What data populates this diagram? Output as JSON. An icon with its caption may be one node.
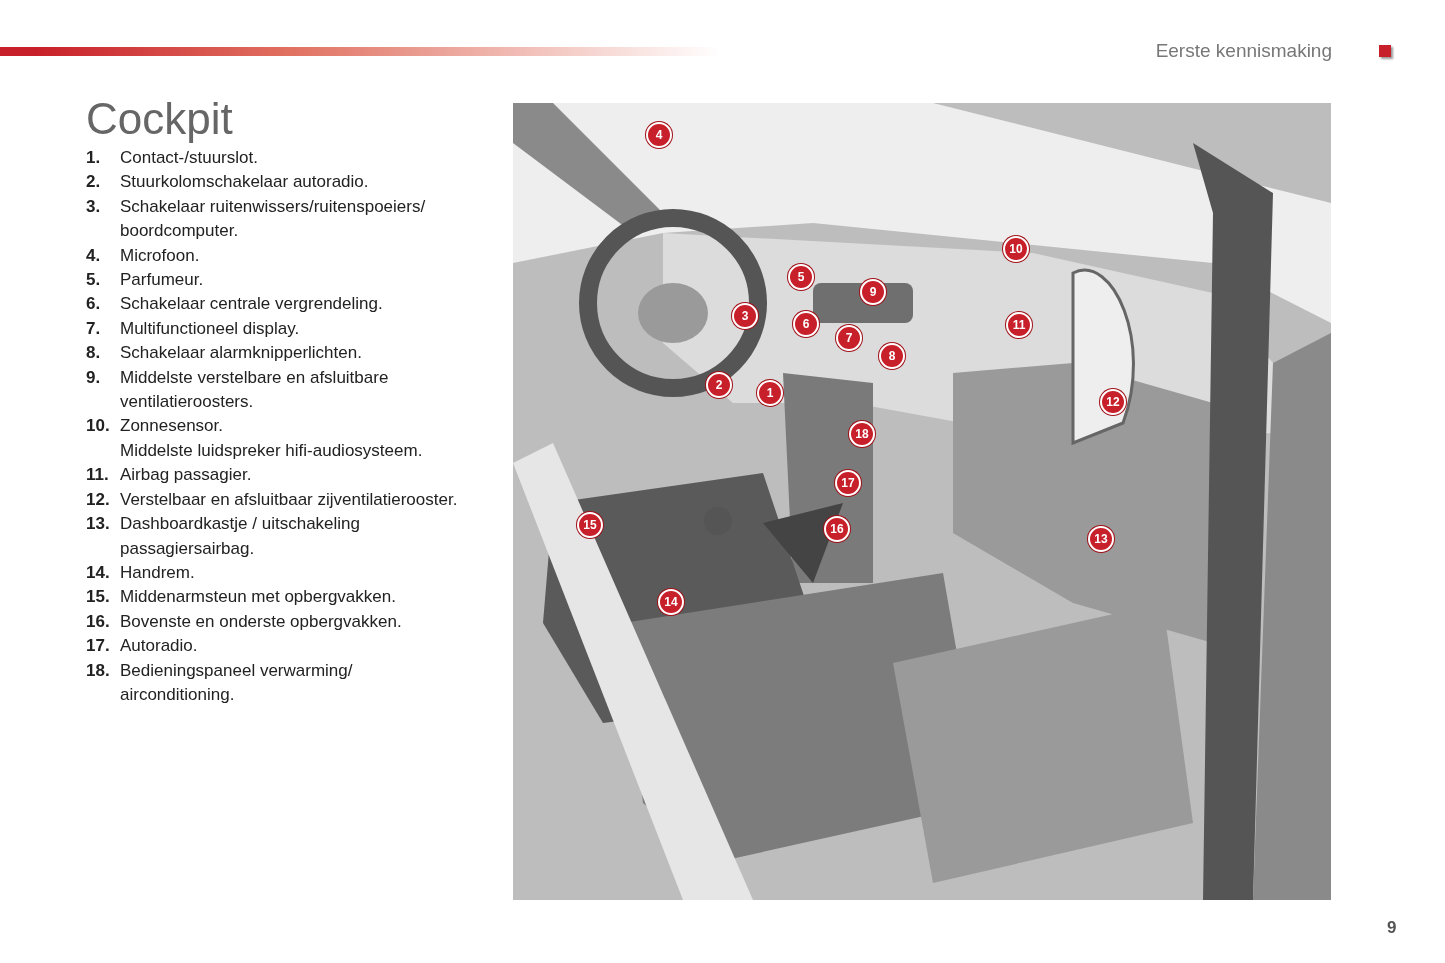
{
  "diagram": {
    "title": "Cockpit",
    "labels": [
      "Eerste kennismaking",
      "1.",
      "Contact-/stuurslot.",
      "2.",
      "Stuurkolomschakelaar autoradio.",
      "3.",
      "Schakelaar ruitenwissers/ruitenspoeiers/ boordcomputer.",
      "4.",
      "Microfoon.",
      "5.",
      "Parfumeur.",
      "6.",
      "Schakelaar centrale vergrendeling.",
      "7.",
      "Multifunctioneel display.",
      "8.",
      "Schakelaar alarmknipperlichten.",
      "9.",
      "Middelste verstelbare en afsluitbare ventilatieroosters.",
      "10.",
      "Zonnesensor.",
      "Middelste luidspreker hifi-audiosysteem.",
      "11.",
      "Airbag passagier.",
      "12.",
      "Verstelbaar en afsluitbaar zijventilatierooster.",
      "13.",
      "Dashboardkastje / uitschakeling passagiersairbag.",
      "14.",
      "Handrem.",
      "15.",
      "Middenarmsteun met opbergvakken.",
      "16.",
      "Bovenste en onderste opbergvakken.",
      "17.",
      "Autoradio.",
      "18.",
      "Bedieningspaneel verwarming/ airconditioning.",
      "4",
      "10",
      "5",
      "9",
      "3",
      "6",
      "11",
      "7",
      "8",
      "2",
      "1",
      "12",
      "18",
      "17",
      "15",
      "16",
      "13",
      "14",
      "9"
    ]
  }
}
